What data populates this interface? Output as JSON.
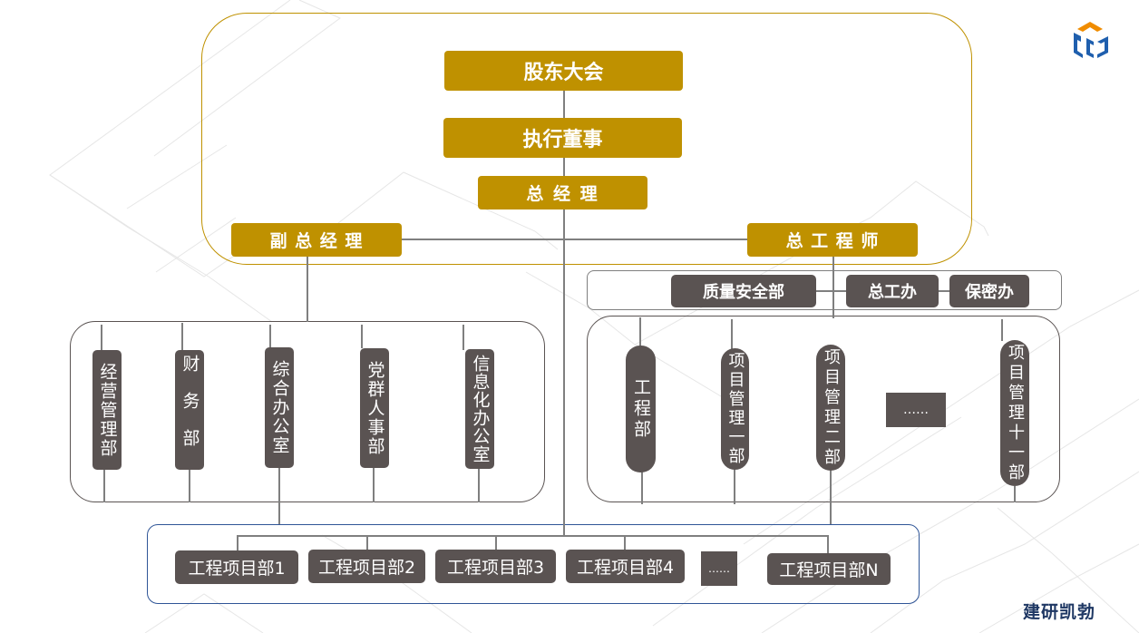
{
  "colors": {
    "gold": "#bf9100",
    "dark_box": "#5a5352",
    "line": "#7f7f7f",
    "top_frame": "#bf9100",
    "bottom_frame": "#2f5597",
    "brand_text": "#1f3864",
    "logo_blue": "#1f5fae",
    "logo_orange": "#f08c00"
  },
  "logo": {
    "icon": "cube-logo-icon"
  },
  "brand": "建研凯勃",
  "leadership": {
    "shareholders": "股东大会",
    "executive_director": "执行董事",
    "general_manager": "总 经 理",
    "deputy_gm": "副 总 经 理",
    "chief_engineer": "总 工 程 师"
  },
  "staff_offices": [
    "质量安全部",
    "总工办",
    "保密办"
  ],
  "admin_departments": [
    {
      "label": "经营管理部",
      "chars": [
        "经",
        "营",
        "管",
        "理",
        "部"
      ]
    },
    {
      "label": "财务部",
      "chars": [
        "财",
        "务",
        "部"
      ]
    },
    {
      "label": "综合办公室",
      "chars": [
        "综",
        "合",
        "办",
        "公",
        "室"
      ]
    },
    {
      "label": "党群人事部",
      "chars": [
        "党",
        "群",
        "人",
        "事",
        "部"
      ]
    },
    {
      "label": "信息化办公室",
      "chars": [
        "信",
        "息",
        "化",
        "办",
        "公",
        "室"
      ]
    }
  ],
  "engineering_departments": [
    {
      "label": "工程部",
      "chars": [
        "工",
        "程",
        "部"
      ]
    },
    {
      "label": "项目管理一部",
      "chars": [
        "项",
        "目",
        "管",
        "理",
        "一",
        "部"
      ]
    },
    {
      "label": "项目管理二部",
      "chars": [
        "项",
        "目",
        "管",
        "理",
        "二",
        "部"
      ]
    },
    {
      "label": "……",
      "chars": []
    },
    {
      "label": "项目管理十一部",
      "chars": [
        "项",
        "目",
        "管",
        "理",
        "十",
        "一",
        "部"
      ]
    }
  ],
  "ellipsis": "……",
  "project_departments": [
    "工程项目部1",
    "工程项目部2",
    "工程项目部3",
    "工程项目部4",
    "……",
    "工程项目部N"
  ]
}
